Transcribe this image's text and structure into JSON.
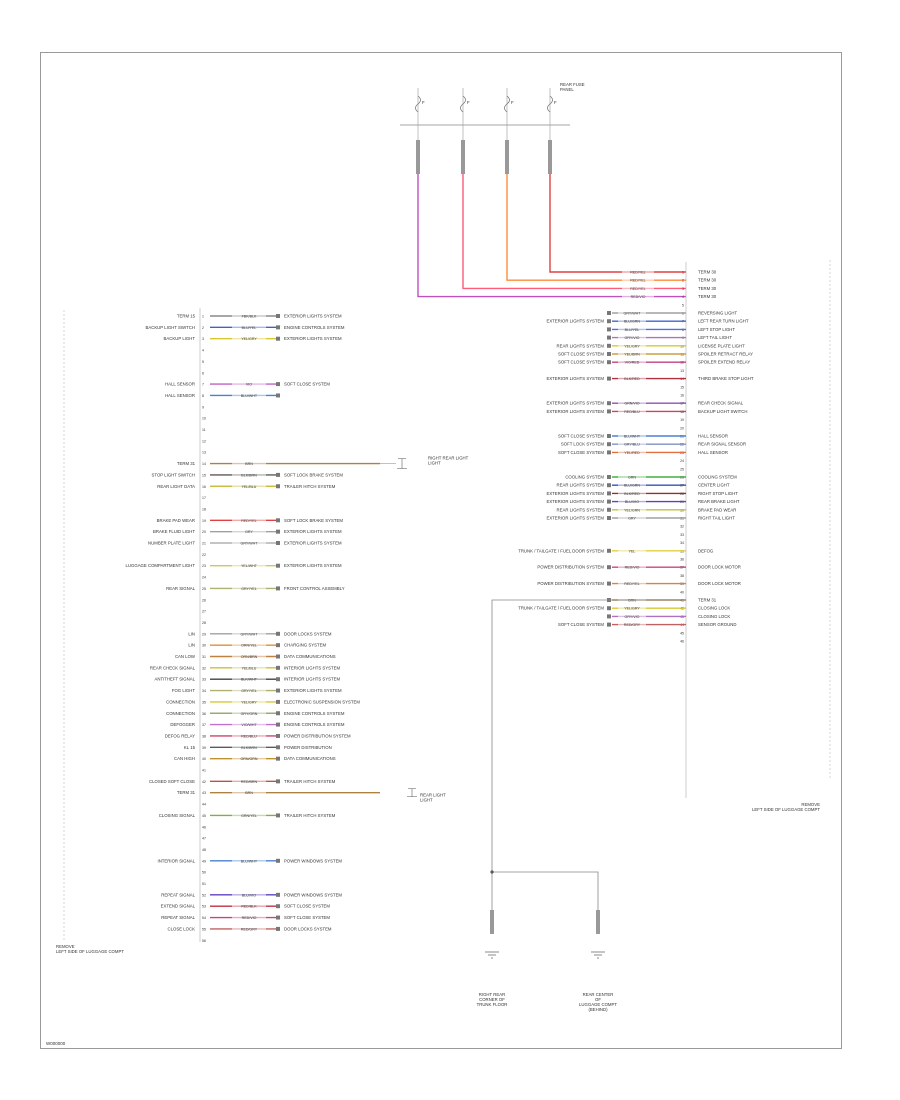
{
  "diagram": {
    "module_notes": {
      "left": [
        "REMOVE",
        "LEFT SIDE OF LUGGAGE COMPT"
      ],
      "right": [
        "REMOVE",
        "LEFT SIDE OF LUGGAGE COMPT"
      ]
    },
    "fuse_block": {
      "label": [
        "REAR FUSE",
        "PANEL"
      ],
      "fuses": [
        {
          "name": "F",
          "color": "#c050c0"
        },
        {
          "name": "F",
          "color": "#ff5a78"
        },
        {
          "name": "F",
          "color": "#ff8c3c"
        },
        {
          "name": "F",
          "color": "#ff4444"
        }
      ]
    },
    "left_pins": [
      {
        "func": "TERM 15",
        "wire": "FBK/BLK",
        "dest": "EXTERIOR LIGHTS SYSTEM",
        "color": "#8a8a8a"
      },
      {
        "func": "BACKUP LIGHT SWITCH",
        "wire": "BLU/YEL",
        "dest": "ENGINE CONTROLS SYSTEM",
        "color": "#4060d0"
      },
      {
        "func": "BACKUP LIGHT",
        "wire": "YEL/GRY",
        "dest": "EXTERIOR LIGHTS SYSTEM",
        "color": "#d8c830"
      },
      {
        "func": "",
        "wire": "",
        "dest": "",
        "color": ""
      },
      {
        "func": "",
        "wire": "",
        "dest": "",
        "color": ""
      },
      {
        "func": "",
        "wire": "",
        "dest": "",
        "color": ""
      },
      {
        "func": "HALL SENSOR",
        "wire": "VIO",
        "dest": "SOFT CLOSE SYSTEM",
        "color": "#c060c0"
      },
      {
        "func": "HALL SENSOR",
        "wire": "BLU/WHT",
        "dest": "",
        "color": "#4a80d0"
      },
      {
        "func": "",
        "wire": "",
        "dest": "",
        "color": ""
      },
      {
        "func": "",
        "wire": "",
        "dest": "",
        "color": ""
      },
      {
        "func": "",
        "wire": "",
        "dest": "",
        "color": ""
      },
      {
        "func": "",
        "wire": "",
        "dest": "",
        "color": ""
      },
      {
        "func": "",
        "wire": "",
        "dest": "",
        "color": ""
      },
      {
        "func": "TERM 31",
        "wire": "BRN",
        "dest": "",
        "color": "#b08040"
      },
      {
        "func": "STOP LIGHT SWITCH",
        "wire": "BLK/BRN",
        "dest": "SOFT LOCK BRAKE SYSTEM",
        "color": "#5a5a5a"
      },
      {
        "func": "REAR LIGHT DATA",
        "wire": "YEL/BLU",
        "dest": "TRAILER HITCH SYSTEM",
        "color": "#c8c040"
      },
      {
        "func": "",
        "wire": "",
        "dest": "",
        "color": ""
      },
      {
        "func": "",
        "wire": "",
        "dest": "",
        "color": ""
      },
      {
        "func": "BRAKE PAD WEAR",
        "wire": "RED/YEL",
        "dest": "SOFT LOCK BRAKE SYSTEM",
        "color": "#e04040"
      },
      {
        "func": "BRAKE FLUID LIGHT",
        "wire": "GRY",
        "dest": "EXTERIOR LIGHTS SYSTEM",
        "color": "#a0a0a0"
      },
      {
        "func": "NUMBER PLATE LIGHT",
        "wire": "GRY/WHT",
        "dest": "EXTERIOR LIGHTS SYSTEM",
        "color": "#b0b0b0"
      },
      {
        "func": "",
        "wire": "",
        "dest": "",
        "color": ""
      },
      {
        "func": "LUGGAGE COMPARTMENT LIGHT",
        "wire": "YEL/WHT",
        "dest": "EXTERIOR LIGHTS SYSTEM",
        "color": "#d0c850"
      },
      {
        "func": "",
        "wire": "",
        "dest": "",
        "color": ""
      },
      {
        "func": "REAR SIGNAL",
        "wire": "GRY/YEL",
        "dest": "FRONT CONTROL ASSEMBLY",
        "color": "#b0b070"
      },
      {
        "func": "",
        "wire": "",
        "dest": "",
        "color": ""
      },
      {
        "func": "",
        "wire": "",
        "dest": "",
        "color": ""
      },
      {
        "func": "",
        "wire": "",
        "dest": "",
        "color": ""
      },
      {
        "func": "LIN",
        "wire": "GRY/WHT",
        "dest": "DOOR LOCKS SYSTEM",
        "color": "#a0a0a0"
      },
      {
        "func": "LIN",
        "wire": "ORN/YEL",
        "dest": "CHARGING SYSTEM",
        "color": "#e09030"
      },
      {
        "func": "CAN LOW",
        "wire": "ORN/BRN",
        "dest": "DATA COMMUNICATIONS",
        "color": "#c08040"
      },
      {
        "func": "REAR CHECK SIGNAL",
        "wire": "YEL/BLU",
        "dest": "INTERIOR LIGHTS SYSTEM",
        "color": "#c8c040"
      },
      {
        "func": "ANTITHEFT SIGNAL",
        "wire": "BLK/WHT",
        "dest": "INTERIOR LIGHTS SYSTEM",
        "color": "#404040"
      },
      {
        "func": "FOG LIGHT",
        "wire": "GRY/YEL",
        "dest": "EXTERIOR LIGHTS SYSTEM",
        "color": "#b0b070"
      },
      {
        "func": "CONNECTION",
        "wire": "YEL/GRY",
        "dest": "ELECTRONIC SUSPENSION SYSTEM",
        "color": "#d8c830"
      },
      {
        "func": "CONNECTION",
        "wire": "GRY/GRN",
        "dest": "ENGINE CONTROLS SYSTEM",
        "color": "#90b070"
      },
      {
        "func": "DEFOGGER",
        "wire": "VIO/WHT",
        "dest": "ENGINE CONTROLS SYSTEM",
        "color": "#c070d0"
      },
      {
        "func": "DEFOG RELAY",
        "wire": "RED/BLU",
        "dest": "POWER DISTRIBUTION SYSTEM",
        "color": "#d04060"
      },
      {
        "func": "KL 15",
        "wire": "BLK/BRN",
        "dest": "POWER DISTRIBUTION",
        "color": "#5a5a5a"
      },
      {
        "func": "CAN HIGH",
        "wire": "ORN/GRN",
        "dest": "DATA COMMUNICATIONS",
        "color": "#c09030"
      },
      {
        "func": "",
        "wire": "",
        "dest": "",
        "color": ""
      },
      {
        "func": "CLOSED SOFT CLOSE",
        "wire": "RED/BRN",
        "dest": "TRAILER HITCH SYSTEM",
        "color": "#c05040"
      },
      {
        "func": "TERM 31",
        "wire": "BRN",
        "dest": "",
        "color": "#b08040"
      },
      {
        "func": "",
        "wire": "",
        "dest": "",
        "color": ""
      },
      {
        "func": "CLOSING SIGNAL",
        "wire": "GRN/YEL",
        "dest": "TRAILER HITCH SYSTEM",
        "color": "#80b040"
      },
      {
        "func": "",
        "wire": "",
        "dest": "",
        "color": ""
      },
      {
        "func": "",
        "wire": "",
        "dest": "",
        "color": ""
      },
      {
        "func": "",
        "wire": "",
        "dest": "",
        "color": ""
      },
      {
        "func": "INTERIOR SIGNAL",
        "wire": "BLU/WHT",
        "dest": "POWER WINDOWS SYSTEM",
        "color": "#4a80d0"
      },
      {
        "func": "",
        "wire": "",
        "dest": "",
        "color": ""
      },
      {
        "func": "",
        "wire": "",
        "dest": "",
        "color": ""
      },
      {
        "func": "REPEAT SIGNAL",
        "wire": "BLU/VIO",
        "dest": "POWER WINDOWS SYSTEM",
        "color": "#6040c0"
      },
      {
        "func": "EXTEND SIGNAL",
        "wire": "RED/BLK",
        "dest": "SOFT CLOSE SYSTEM",
        "color": "#c03040"
      },
      {
        "func": "REPEAT SIGNAL",
        "wire": "RED/VIO",
        "dest": "SOFT CLOSE SYSTEM",
        "color": "#d04080"
      },
      {
        "func": "CLOSE LOCK",
        "wire": "RED/GRY",
        "dest": "DOOR LOCKS SYSTEM",
        "color": "#c06060"
      },
      {
        "func": "",
        "wire": "",
        "dest": "",
        "color": ""
      }
    ],
    "right_pins": [
      {
        "func": "TERM 30",
        "wire": "RED/YEL",
        "source": "",
        "color": "#e04040"
      },
      {
        "func": "TERM 30",
        "wire": "RED/YEL",
        "source": "",
        "color": "#ff8c3c"
      },
      {
        "func": "TERM 30",
        "wire": "RED/YEL",
        "source": "",
        "color": "#ff5a78"
      },
      {
        "func": "TERM 30",
        "wire": "RED/VIO",
        "source": "",
        "color": "#c050c0"
      },
      {
        "func": "",
        "wire": "",
        "source": "",
        "color": ""
      },
      {
        "func": "REVERSING LIGHT",
        "wire": "GRY/WHT",
        "source": "",
        "color": "#a0a0a0"
      },
      {
        "func": "LEFT REAR TURN LIGHT",
        "wire": "BLU/GRN",
        "source": "EXTERIOR LIGHTS SYSTEM",
        "color": "#4060d0"
      },
      {
        "func": "LEFT STOP LIGHT",
        "wire": "BLU/YEL",
        "source": "",
        "color": "#5070e0"
      },
      {
        "func": "LEFT TAIL LIGHT",
        "wire": "GRY/VIO",
        "source": "",
        "color": "#b070c0"
      },
      {
        "func": "LICENSE PLATE LIGHT",
        "wire": "YEL/GRY",
        "source": "REAR LIGHTS SYSTEM",
        "color": "#d8c830"
      },
      {
        "func": "SPOILER RETRACT RELAY",
        "wire": "YEL/BRN",
        "source": "SOFT CLOSE SYSTEM",
        "color": "#c8a040"
      },
      {
        "func": "SPOILER EXTEND RELAY",
        "wire": "VIO/RED",
        "source": "SOFT CLOSE SYSTEM",
        "color": "#c04080"
      },
      {
        "func": "",
        "wire": "",
        "source": "",
        "color": ""
      },
      {
        "func": "THIRD BRAKE STOP LIGHT",
        "wire": "BLK/RED",
        "source": "EXTERIOR LIGHTS SYSTEM",
        "color": "#b03040"
      },
      {
        "func": "",
        "wire": "",
        "source": "",
        "color": ""
      },
      {
        "func": "",
        "wire": "",
        "source": "",
        "color": ""
      },
      {
        "func": "REAR CHECK SIGNAL",
        "wire": "GRN/VIO",
        "source": "EXTERIOR LIGHTS SYSTEM",
        "color": "#9050b0"
      },
      {
        "func": "BACKUP LIGHT SWITCH",
        "wire": "RED/BLU",
        "source": "EXTERIOR LIGHTS SYSTEM",
        "color": "#d04060"
      },
      {
        "func": "",
        "wire": "",
        "source": "",
        "color": ""
      },
      {
        "func": "",
        "wire": "",
        "source": "",
        "color": ""
      },
      {
        "func": "HALL SENSOR",
        "wire": "BLU/WHT",
        "source": "SOFT CLOSE SYSTEM",
        "color": "#4a80d0"
      },
      {
        "func": "REAR SIGNAL SENSOR",
        "wire": "GRY/BLU",
        "source": "SOFT LOCK SYSTEM",
        "color": "#8090c0"
      },
      {
        "func": "HALL SENSOR",
        "wire": "YEL/RED",
        "source": "SOFT CLOSE SYSTEM",
        "color": "#e07040"
      },
      {
        "func": "",
        "wire": "",
        "source": "",
        "color": ""
      },
      {
        "func": "",
        "wire": "",
        "source": "",
        "color": ""
      },
      {
        "func": "COOLING SYSTEM",
        "wire": "GRN",
        "source": "COOLING SYSTEM",
        "color": "#40b040"
      },
      {
        "func": "CENTER LIGHT",
        "wire": "BLU/GRN",
        "source": "REAR LIGHTS SYSTEM",
        "color": "#3050c0"
      },
      {
        "func": "RIGHT STOP LIGHT",
        "wire": "BLK/RED",
        "source": "EXTERIOR LIGHTS SYSTEM",
        "color": "#903030"
      },
      {
        "func": "REAR BRAKE LIGHT",
        "wire": "BLU/VIO",
        "source": "EXTERIOR LIGHTS SYSTEM",
        "color": "#6040c0"
      },
      {
        "func": "BRAKE PAD WEAR",
        "wire": "YEL/GRN",
        "source": "REAR LIGHTS SYSTEM",
        "color": "#c0c040"
      },
      {
        "func": "RIGHT TAIL LIGHT",
        "wire": "GRY",
        "source": "EXTERIOR LIGHTS SYSTEM",
        "color": "#a0a0a0"
      },
      {
        "func": "",
        "wire": "",
        "source": "",
        "color": ""
      },
      {
        "func": "",
        "wire": "",
        "source": "",
        "color": ""
      },
      {
        "func": "",
        "wire": "",
        "source": "",
        "color": ""
      },
      {
        "func": "DEFOG",
        "wire": "YEL",
        "source": "TRUNK / TAILGATE / FUEL DOOR SYSTEM",
        "color": "#e0d040"
      },
      {
        "func": "",
        "wire": "",
        "source": "",
        "color": ""
      },
      {
        "func": "DOOR LOCK MOTOR",
        "wire": "RED/VIO",
        "source": "POWER DISTRIBUTION SYSTEM",
        "color": "#d04080"
      },
      {
        "func": "",
        "wire": "",
        "source": "",
        "color": ""
      },
      {
        "func": "DOOR LOCK MOTOR",
        "wire": "RED/YEL",
        "source": "POWER DISTRIBUTION SYSTEM",
        "color": "#e08040"
      },
      {
        "func": "",
        "wire": "",
        "source": "",
        "color": ""
      },
      {
        "func": "TERM 31",
        "wire": "BRN",
        "source": "",
        "color": "#b08040"
      },
      {
        "func": "CLOSING LOCK",
        "wire": "YEL/GRY",
        "source": "TRUNK / TAILGATE / FUEL DOOR SYSTEM",
        "color": "#d8c830"
      },
      {
        "func": "CLOSING LOCK",
        "wire": "GRY/VIO",
        "source": "",
        "color": "#b070c0"
      },
      {
        "func": "SENSOR GROUND",
        "wire": "RED/GRY",
        "source": "SOFT CLOSE SYSTEM",
        "color": "#c06060"
      },
      {
        "func": "",
        "wire": "",
        "source": "",
        "color": ""
      },
      {
        "func": "",
        "wire": "",
        "source": "",
        "color": ""
      }
    ],
    "ground_left_note": [
      "RIGHT REAR LIGHT",
      "LIGHT"
    ],
    "ground_right_note": [
      "REAR LIGHT",
      "LIGHT"
    ],
    "ground_labels": {
      "left": [
        "RIGHT REAR",
        "CORNER OF",
        "TRUNK FLOOR"
      ],
      "right": [
        "REAR CENTER",
        "OF",
        "LUGGAGE COMPT",
        "(BEHIND)"
      ]
    },
    "footer_code": "W000000"
  }
}
